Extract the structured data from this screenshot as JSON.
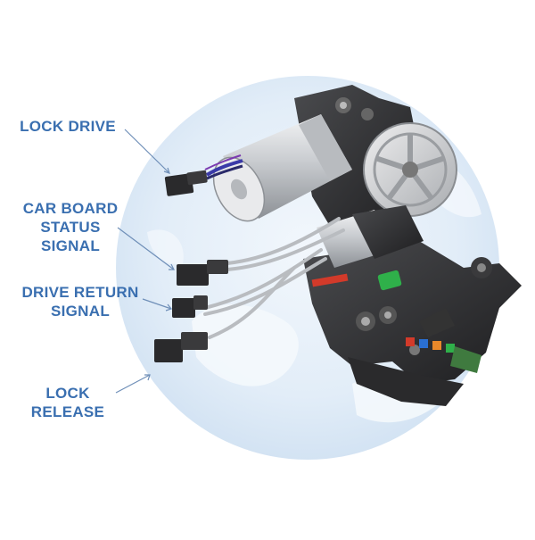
{
  "labels": {
    "lock_drive": [
      "LOCK DRIVE"
    ],
    "car_board_status_signal": [
      "CAR BOARD",
      "STATUS",
      "SIGNAL"
    ],
    "drive_return_signal": [
      "DRIVE RETURN",
      "SIGNAL"
    ],
    "lock_release": [
      "LOCK",
      "RELEASE"
    ]
  },
  "colors": {
    "label_text": "#3a6fb0",
    "leader_line": "#6f8fb8",
    "globe_fill": "#e2edf8",
    "land_fill": "#f4f8fc",
    "housing_dark": "#2a2a2c",
    "motor_silver": "#c9ccd0",
    "accent_green": "#2fb04a",
    "accent_red": "#d23a2a",
    "accent_blue": "#2a6fd2",
    "accent_orange": "#e8882a"
  },
  "icons": [
    "globe-background",
    "lock-actuator-assembly",
    "wire-connector"
  ]
}
